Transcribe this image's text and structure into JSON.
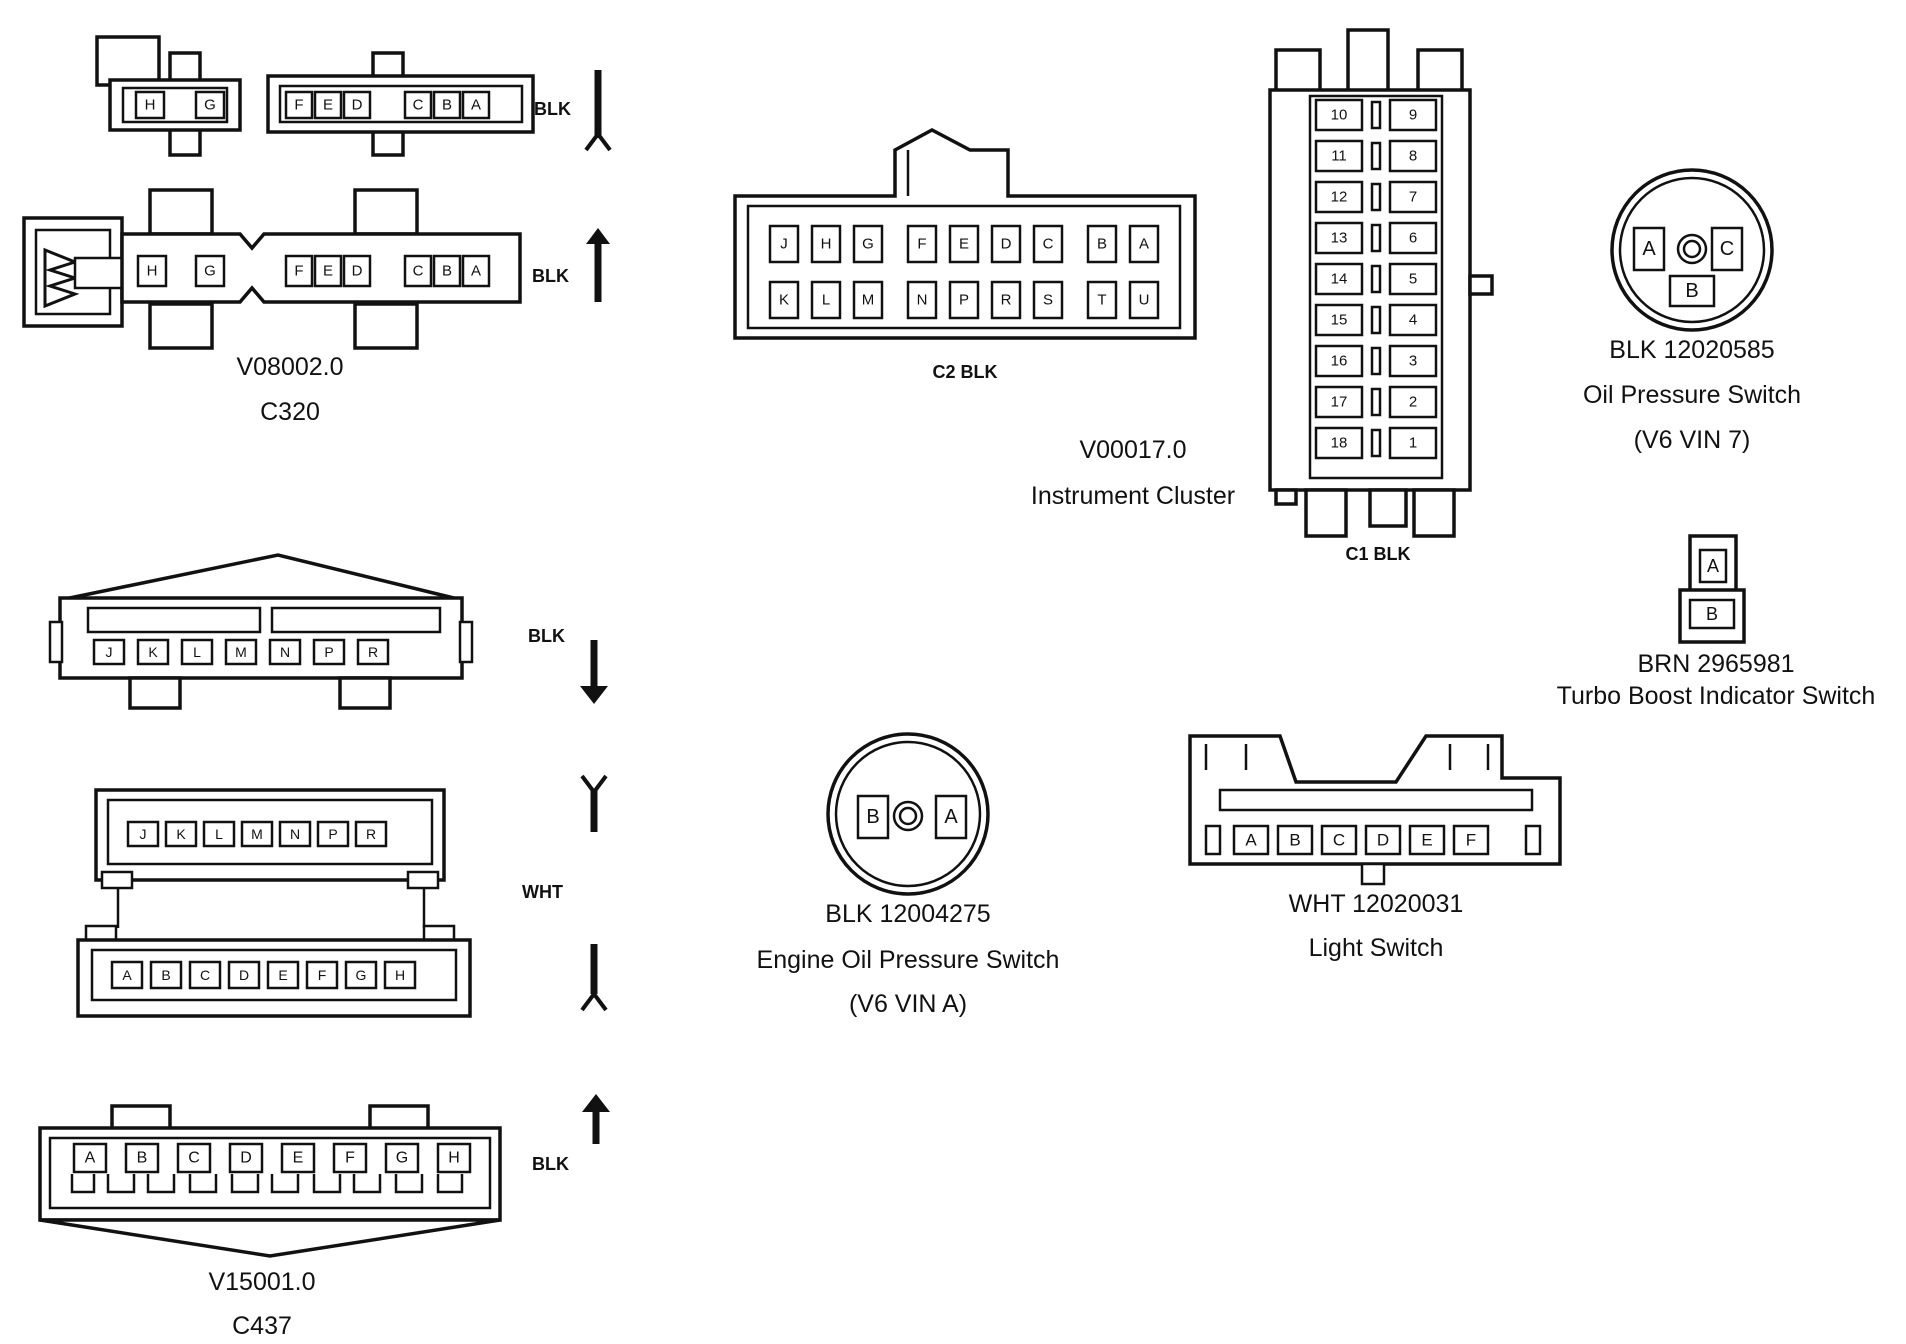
{
  "connectors": {
    "c320": {
      "id": "V08002.0",
      "name": "C320",
      "upper_color": "BLK",
      "lower_color": "BLK",
      "upper_pins_left": [
        "H",
        "G"
      ],
      "upper_pins_right": [
        "F",
        "E",
        "D",
        "C",
        "B",
        "A"
      ],
      "lower_pins_left": [
        "H",
        "G"
      ],
      "lower_pins_right": [
        "F",
        "E",
        "D",
        "C",
        "B",
        "A"
      ]
    },
    "c437": {
      "id": "V15001.0",
      "name": "C437",
      "top_color": "BLK",
      "middle_color": "WHT",
      "bottom_color": "BLK",
      "top_pins": [
        "J",
        "K",
        "L",
        "M",
        "N",
        "P",
        "R"
      ],
      "middle_upper_pins": [
        "J",
        "K",
        "L",
        "M",
        "N",
        "P",
        "R"
      ],
      "middle_lower_pins": [
        "A",
        "B",
        "C",
        "D",
        "E",
        "F",
        "G",
        "H"
      ],
      "bottom_pins": [
        "A",
        "B",
        "C",
        "D",
        "E",
        "F",
        "G",
        "H"
      ]
    },
    "c2": {
      "label": "C2  BLK",
      "top_row": [
        "J",
        "H",
        "G",
        "F",
        "E",
        "D",
        "C",
        "B",
        "A"
      ],
      "bottom_row": [
        "K",
        "L",
        "M",
        "N",
        "P",
        "R",
        "S",
        "T",
        "U"
      ]
    },
    "c1": {
      "label": "C1  BLK",
      "left_column": [
        "10",
        "11",
        "12",
        "13",
        "14",
        "15",
        "16",
        "17",
        "18"
      ],
      "right_column": [
        "9",
        "8",
        "7",
        "6",
        "5",
        "4",
        "3",
        "2",
        "1"
      ]
    },
    "instrument_cluster": {
      "id": "V00017.0",
      "name": "Instrument Cluster"
    },
    "oil_pressure_switch": {
      "part": "BLK 12020585",
      "name": "Oil Pressure Switch",
      "note": "(V6 VIN 7)",
      "pins": [
        "A",
        "C",
        "B"
      ]
    },
    "turbo_boost": {
      "part": "BRN 2965981",
      "name": "Turbo Boost Indicator Switch",
      "pins": [
        "A",
        "B"
      ]
    },
    "engine_oil_pressure_switch": {
      "part": "BLK 12004275",
      "name": "Engine Oil Pressure Switch",
      "note": "(V6 VIN A)",
      "pins": [
        "B",
        "A"
      ]
    },
    "light_switch": {
      "part": "WHT 12020031",
      "name": "Light Switch",
      "pins": [
        "A",
        "B",
        "C",
        "D",
        "E",
        "F"
      ]
    }
  }
}
